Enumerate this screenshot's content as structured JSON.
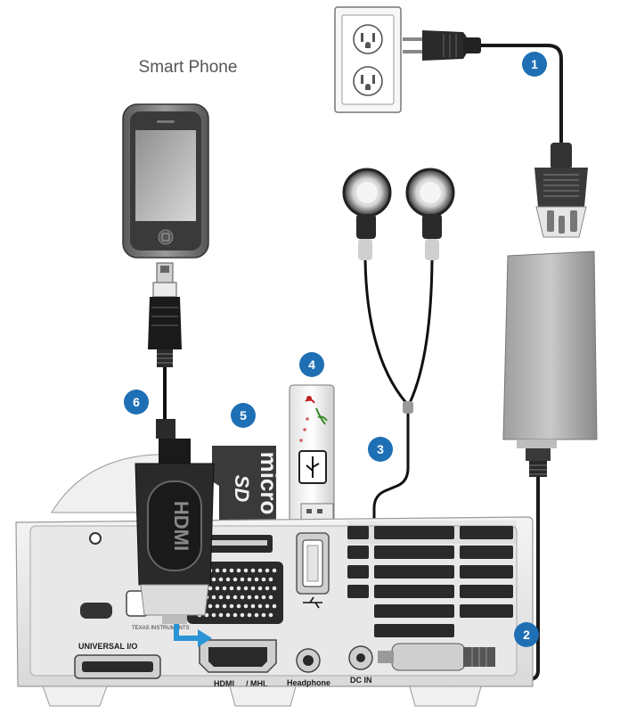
{
  "title": "Smart Phone",
  "ports": {
    "universal_io": "UNIVERSAL I/O",
    "hdmi_logo": "HDMI",
    "mhl": "/ MHL",
    "headphone": "Headphone",
    "dc_in": "DC IN",
    "ti_logo": "TEXAS INSTRUMENTS"
  },
  "microsd_text": "micro",
  "callouts": [
    "1",
    "2",
    "3",
    "4",
    "5",
    "6"
  ],
  "colors": {
    "callout_blue": "#1f6fb5",
    "arrow_blue": "#2a95d6",
    "cable": "#1a1a1a"
  },
  "icons": [
    "power-outlet-icon",
    "power-plug-icon",
    "earphones-icon",
    "usb-drive-icon",
    "microsd-card-icon",
    "smartphone-icon",
    "mhl-cable-icon",
    "ac-adapter-icon",
    "projector-icon"
  ]
}
